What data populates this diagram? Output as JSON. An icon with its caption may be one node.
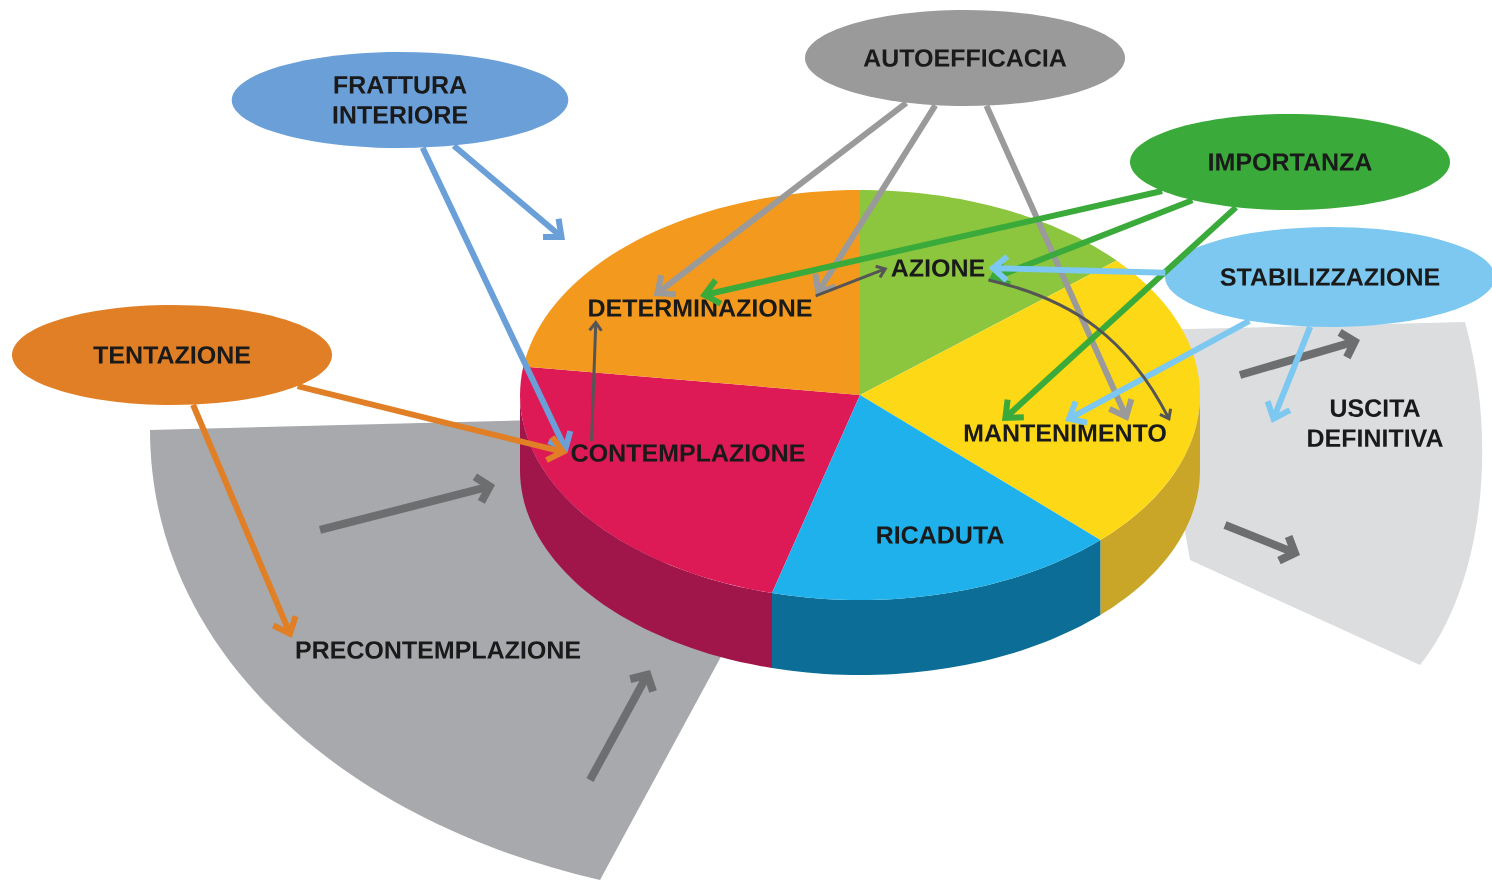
{
  "diagram": {
    "nodes": [
      {
        "text": [
          "FRATTURA INTERIORE"
        ]
      },
      {
        "text": [
          "AUTOEFFICACIA"
        ]
      },
      {
        "text": [
          "IMPORTANZA"
        ]
      },
      {
        "text": [
          "STABILIZZAZIONE"
        ]
      },
      {
        "text": [
          "TENTAZIONE"
        ]
      },
      {
        "text": [
          "PRECONTEMPLAZIONE"
        ]
      },
      {
        "text": [
          "CONTEMPLAZIONE"
        ]
      },
      {
        "text": [
          "DETERMINAZIONE"
        ]
      },
      {
        "text": [
          "AZIONE"
        ]
      },
      {
        "text": [
          "MANTENIMENTO"
        ]
      },
      {
        "text": [
          "RICADUTA"
        ]
      },
      {
        "text": [
          "USCITA DEFINITIVA"
        ]
      }
    ],
    "edges": [
      {
        "from": 0,
        "to": 6,
        "arrow": "to",
        "color": "#6a9fd8"
      },
      {
        "from": 0,
        "to": null,
        "arrow": "to",
        "color": "#6a9fd8"
      },
      {
        "from": 4,
        "to": 6,
        "arrow": "to",
        "color": "#e07f25"
      },
      {
        "from": 4,
        "to": 5,
        "arrow": "to",
        "color": "#e07f25"
      },
      {
        "from": 1,
        "to": 7,
        "arrow": "to",
        "color": "#9a9a9a"
      },
      {
        "from": 1,
        "to": 7,
        "arrow": "to",
        "color": "#9a9a9a"
      },
      {
        "from": 1,
        "to": 9,
        "arrow": "to",
        "color": "#9a9a9a"
      },
      {
        "from": 2,
        "to": 7,
        "arrow": "to",
        "color": "#3aaa3a"
      },
      {
        "from": 2,
        "to": 8,
        "arrow": "to",
        "color": "#3aaa3a"
      },
      {
        "from": 2,
        "to": 9,
        "arrow": "to",
        "color": "#3aaa3a"
      },
      {
        "from": 3,
        "to": 8,
        "arrow": "to",
        "color": "#7cc8f0"
      },
      {
        "from": 3,
        "to": 9,
        "arrow": "to",
        "color": "#7cc8f0"
      },
      {
        "from": 3,
        "to": 11,
        "arrow": "to",
        "color": "#7cc8f0"
      },
      {
        "from": 6,
        "to": 7,
        "arrow": "to",
        "color": "#555555"
      },
      {
        "from": 7,
        "to": 8,
        "arrow": "to",
        "color": "#555555"
      },
      {
        "from": 8,
        "to": 9,
        "arrow": "to",
        "color": "#555555"
      }
    ]
  }
}
